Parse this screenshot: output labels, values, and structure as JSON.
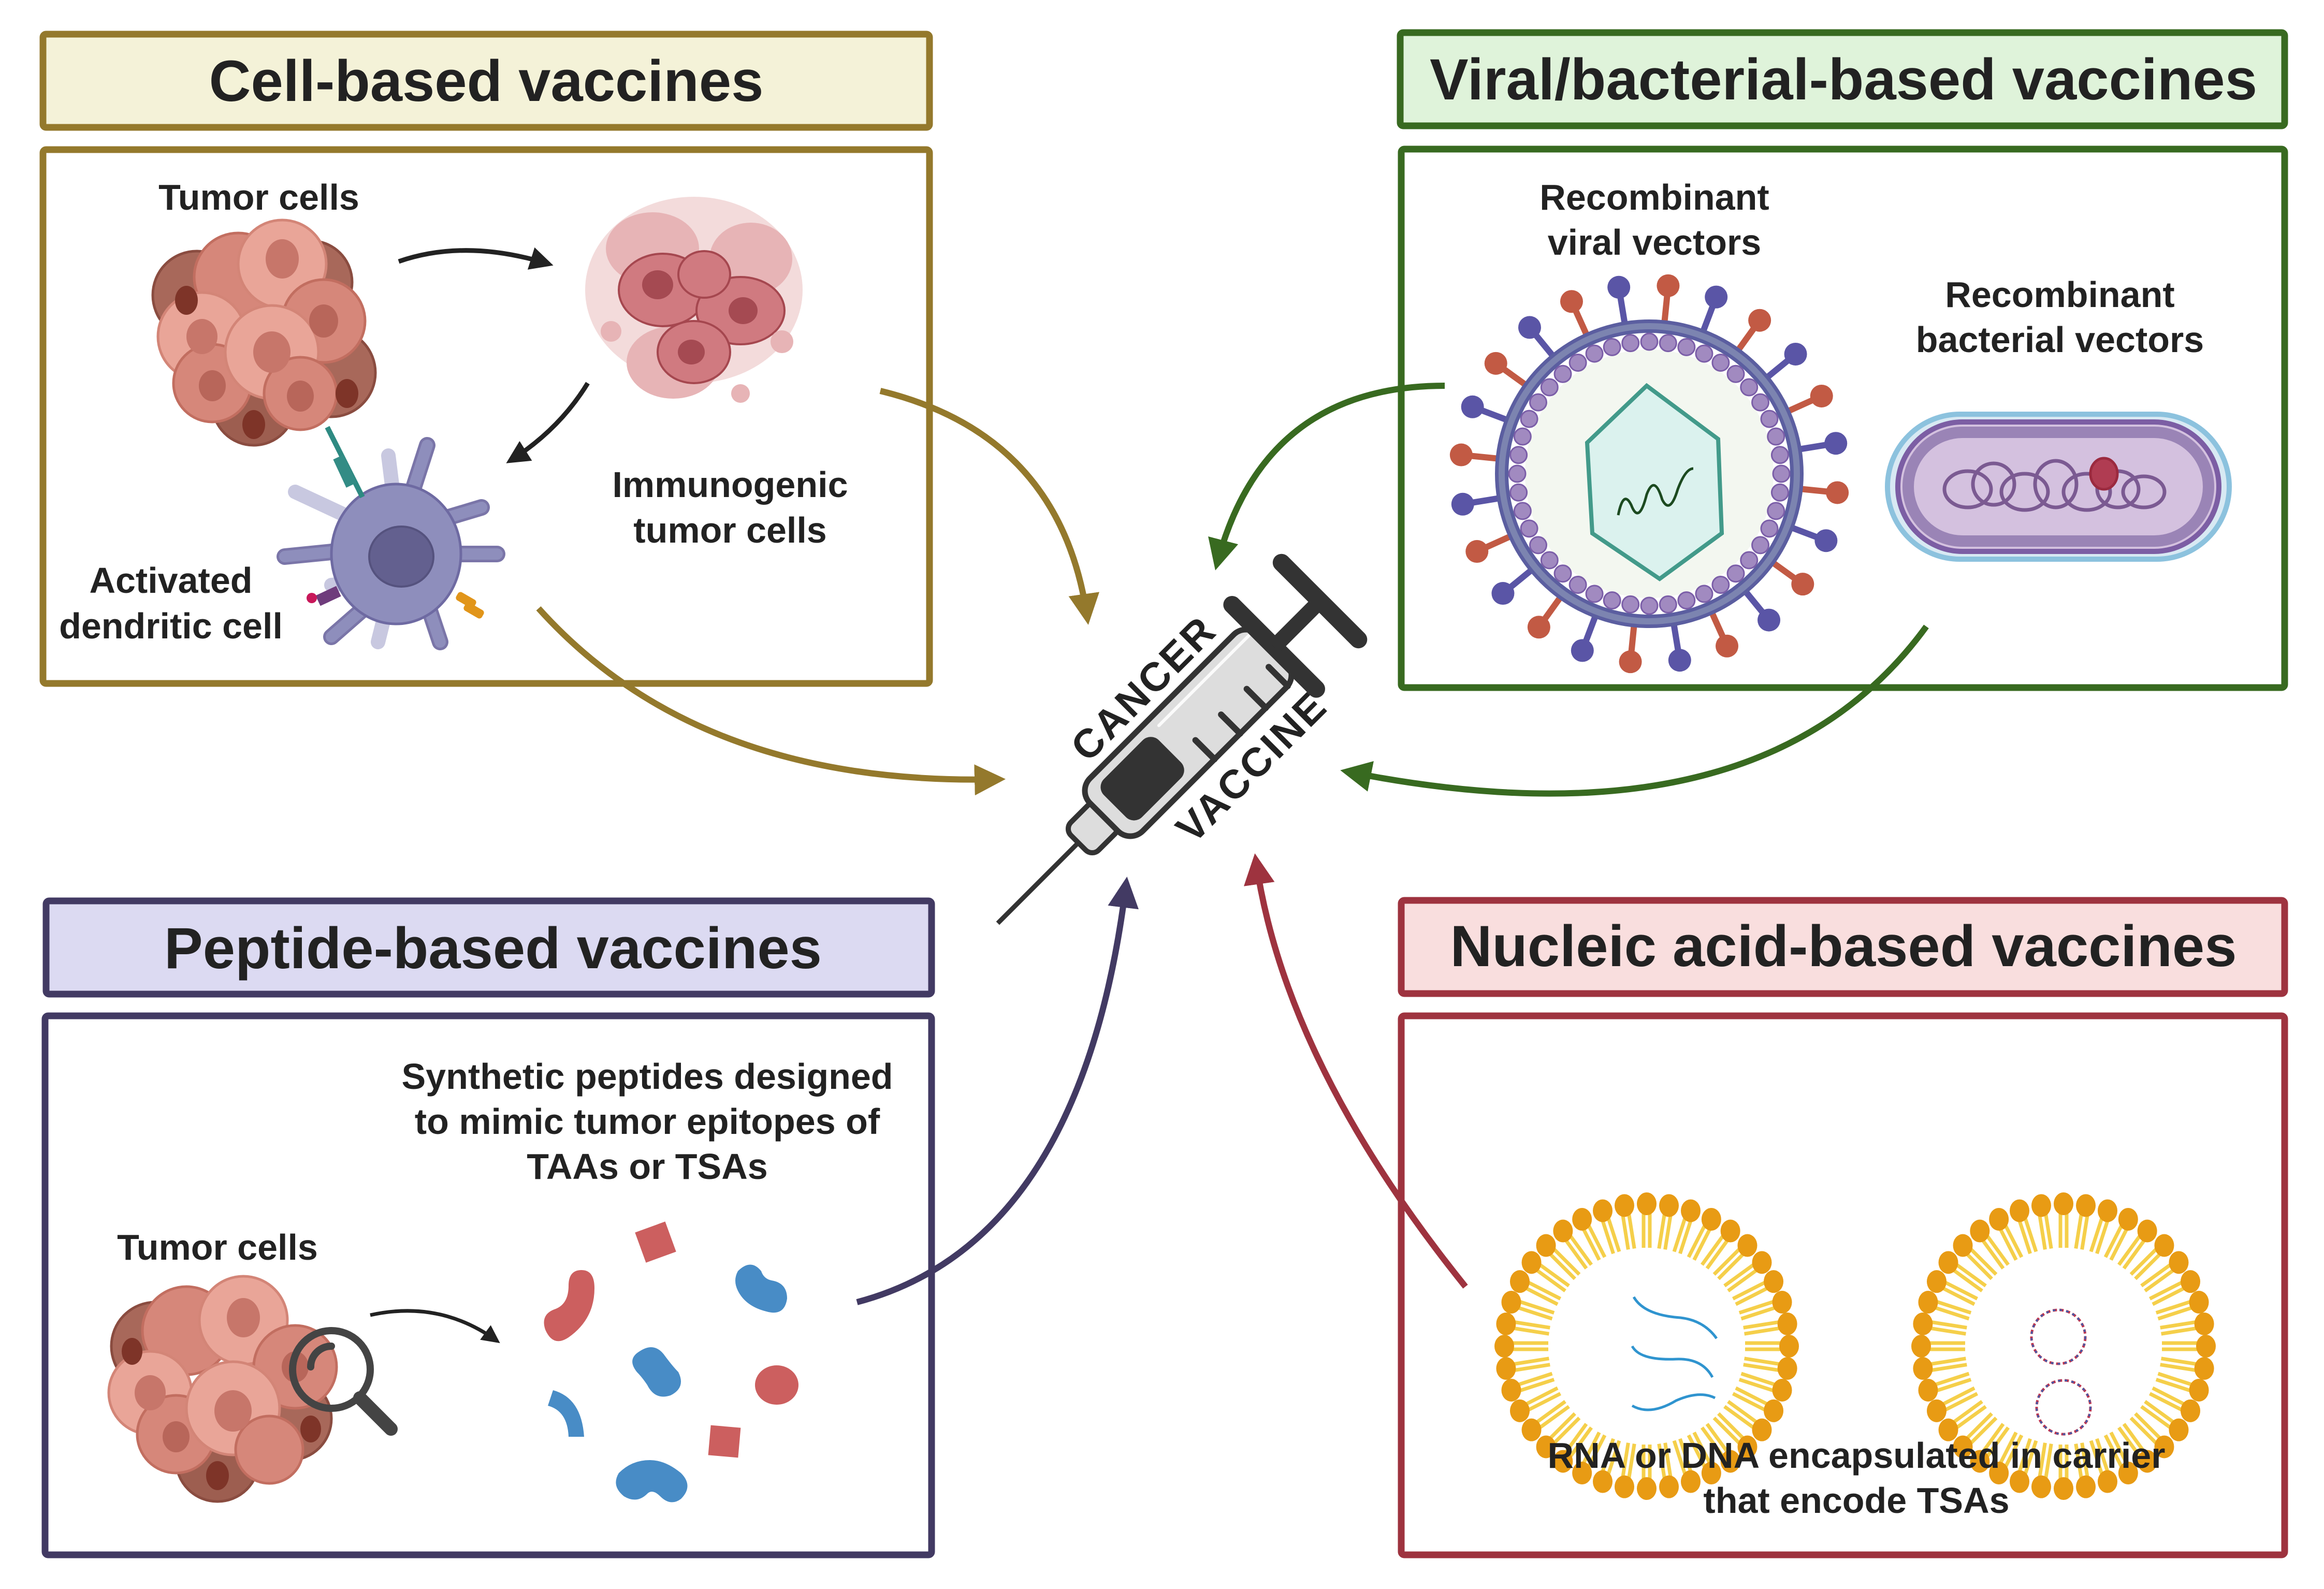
{
  "colors": {
    "cell": {
      "border": "#94792c",
      "header_fill": "#f4f2d8"
    },
    "viral": {
      "border": "#386a20",
      "header_fill": "#dff3da"
    },
    "peptide": {
      "border": "#423a63",
      "header_fill": "#dcdaf2"
    },
    "nucleic": {
      "border": "#9e333f",
      "header_fill": "#f9dede"
    },
    "syringe_dark": "#333333",
    "syringe_barrel": "#dddddd",
    "peptide_red": "#cc5f5f",
    "peptide_blue": "#488cc6",
    "lipid_head": "#e89b14",
    "lipid_tail": "#f5cf4a",
    "rna_blue": "#2f94cf"
  },
  "center": {
    "syringe_label_top": "CANCER",
    "syringe_label_bottom": "VACCINE"
  },
  "panels": {
    "cell": {
      "title": "Cell-based vaccines",
      "labels": {
        "tumor_cells": "Tumor cells",
        "immunogenic_line1": "Immunogenic",
        "immunogenic_line2": "tumor cells",
        "dendritic_line1": "Activated",
        "dendritic_line2": "dendritic cell"
      }
    },
    "viral": {
      "title": "Viral/bacterial-based vaccines",
      "labels": {
        "viral_line1": "Recombinant",
        "viral_line2": "viral vectors",
        "bacterial_line1": "Recombinant",
        "bacterial_line2": "bacterial vectors"
      }
    },
    "peptide": {
      "title": "Peptide-based vaccines",
      "labels": {
        "description_line1": "Synthetic peptides designed",
        "description_line2": "to mimic tumor epitopes of",
        "description_line3": "TAAs or TSAs",
        "tumor_cells": "Tumor cells"
      }
    },
    "nucleic": {
      "title": "Nucleic acid-based vaccines",
      "labels": {
        "caption_line1": "RNA or DNA encapsulated in carrier",
        "caption_line2": "that encode TSAs"
      }
    }
  }
}
